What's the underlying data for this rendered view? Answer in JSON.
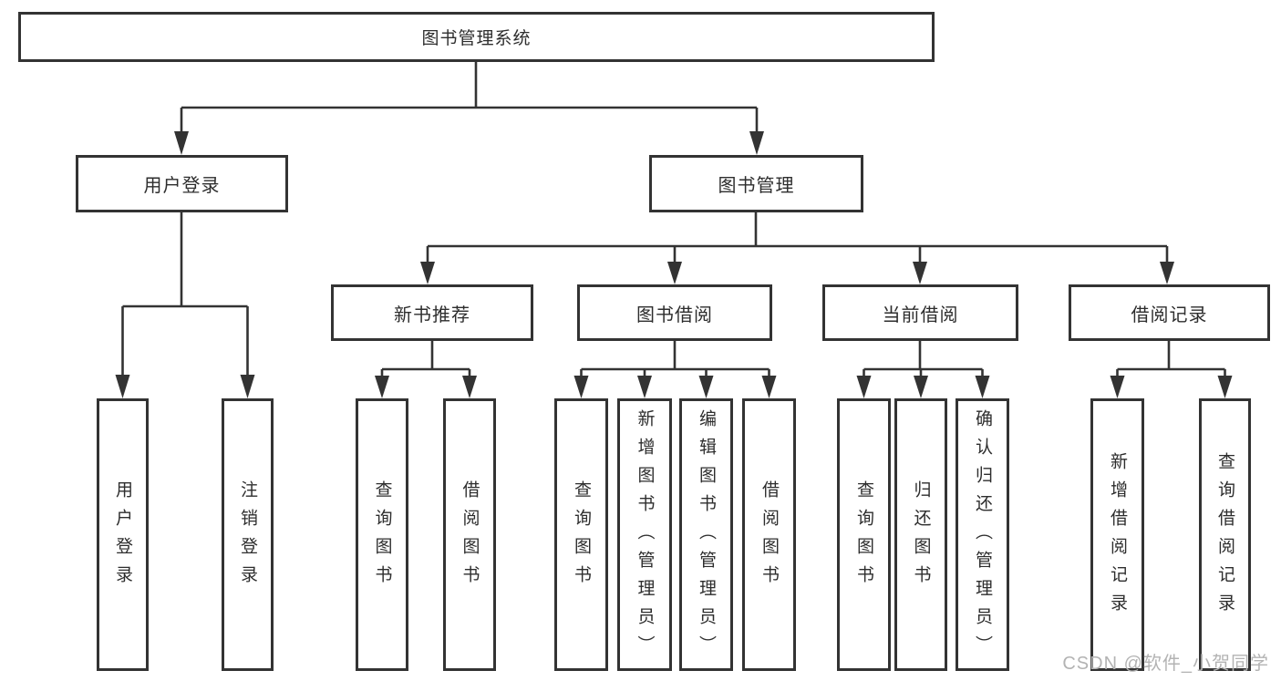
{
  "diagram_title": "图书管理系统",
  "nodes": {
    "root": {
      "label": "图书管理系统"
    },
    "user_login": {
      "label": "用户登录"
    },
    "book_mgmt": {
      "label": "图书管理"
    },
    "new_book_rec": {
      "label": "新书推荐"
    },
    "book_borrow": {
      "label": "图书借阅"
    },
    "current_borrow": {
      "label": "当前借阅"
    },
    "borrow_record": {
      "label": "借阅记录"
    },
    "leaf_user_login": {
      "label": "用户登录"
    },
    "leaf_logout": {
      "label": "注销登录"
    },
    "leaf_query_books_rec": {
      "label": "查询图书"
    },
    "leaf_borrow_books_rec": {
      "label": "借阅图书"
    },
    "leaf_query_books_borrow": {
      "label": "查询图书"
    },
    "leaf_add_books": {
      "label": "新增图书（管理员）"
    },
    "leaf_edit_books": {
      "label": "编辑图书（管理员）"
    },
    "leaf_borrow_books": {
      "label": "借阅图书"
    },
    "leaf_query_books_current": {
      "label": "查询图书"
    },
    "leaf_return_books": {
      "label": "归还图书"
    },
    "leaf_confirm_return": {
      "label": "确认归还（管理员）"
    },
    "leaf_add_borrow_record": {
      "label": "新增借阅记录"
    },
    "leaf_query_borrow_record": {
      "label": "查询借阅记录"
    }
  },
  "hierarchy": {
    "图书管理系统": {
      "用户登录": [
        "用户登录",
        "注销登录"
      ],
      "图书管理": {
        "新书推荐": [
          "查询图书",
          "借阅图书"
        ],
        "图书借阅": [
          "查询图书",
          "新增图书（管理员）",
          "编辑图书（管理员）",
          "借阅图书"
        ],
        "当前借阅": [
          "查询图书",
          "归还图书",
          "确认归还（管理员）"
        ],
        "借阅记录": [
          "新增借阅记录",
          "查询借阅记录"
        ]
      }
    }
  },
  "watermark": {
    "text": "CSDN @软件_小贺同学"
  },
  "colors": {
    "line": "#333333",
    "box_border": "#333333",
    "text": "#2d2d2d",
    "watermark": "#b3b3b3",
    "background": "#ffffff"
  }
}
